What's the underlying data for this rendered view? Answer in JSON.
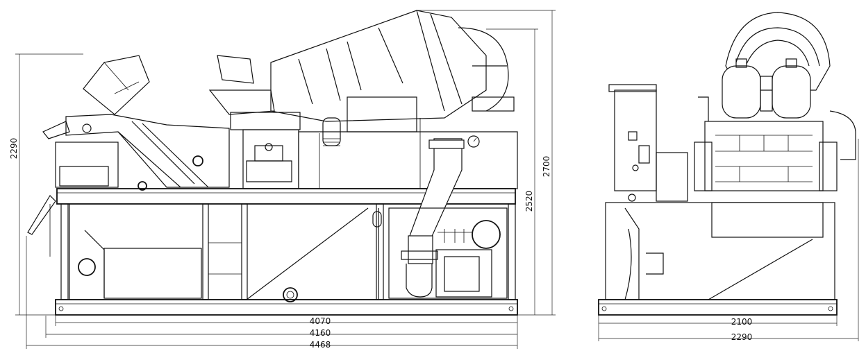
{
  "dimensions": {
    "side_view": {
      "width_inner": "4070",
      "width_mid": "4160",
      "width_outer": "4468",
      "height_left": "2290",
      "height_right_inner": "2520",
      "height_right_outer": "2700"
    },
    "end_view": {
      "width_inner": "2100",
      "width_outer": "2290"
    }
  }
}
